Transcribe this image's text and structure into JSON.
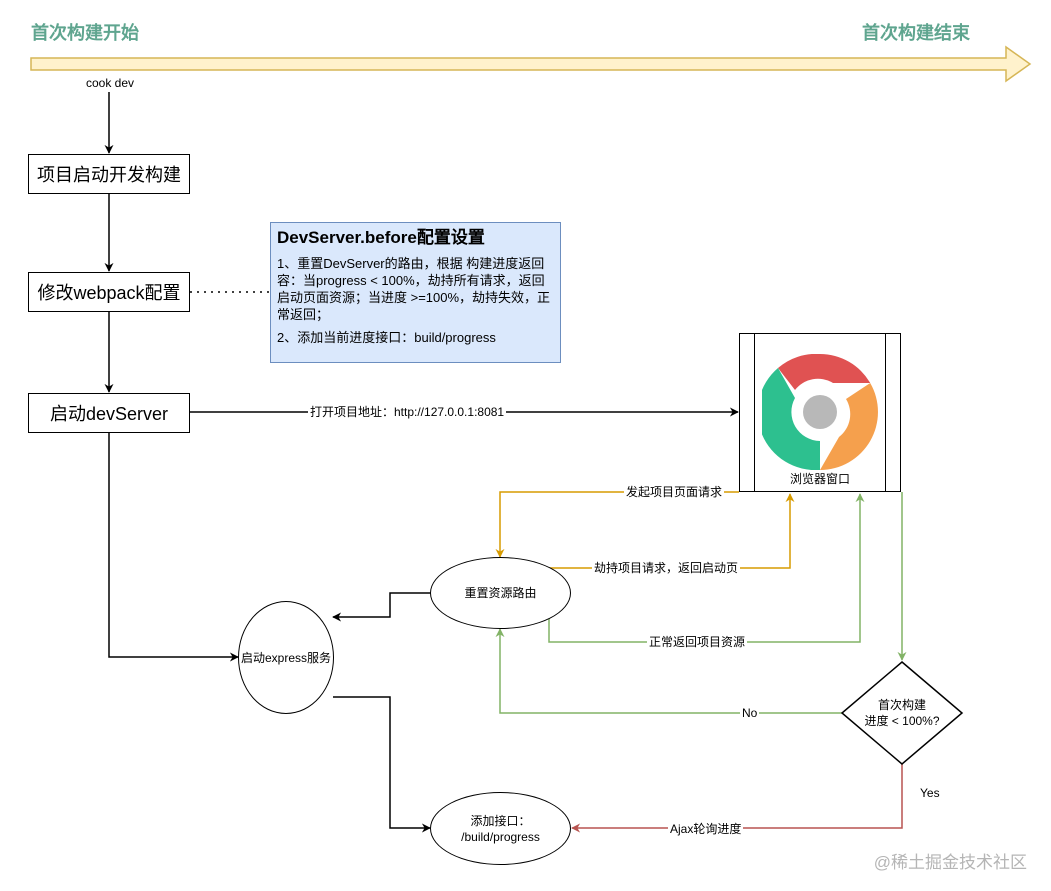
{
  "header": {
    "start": "首次构建开始",
    "end": "首次构建结束",
    "colors": {
      "text": "#5fa58f",
      "bar_fill": "#fff2cc",
      "bar_stroke": "#d6b656"
    }
  },
  "flow": {
    "cmd_label": "cook dev",
    "step1": "项目启动开发构建",
    "step2": "修改webpack配置",
    "step3": "启动devServer",
    "open_url_label": "打开项目地址：http://127.0.0.1:8081"
  },
  "note": {
    "title": "DevServer.before配置设置",
    "p1": "1、重置DevServer的路由，根据 构建进度返回容：当progress < 100%，劫持所有请求，返回启动页面资源；当进度 >=100%，劫持失效，正常返回；",
    "p2": "2、添加当前进度接口：build/progress",
    "colors": {
      "fill": "#dae8fc",
      "stroke": "#6c8ebf"
    }
  },
  "browser": {
    "label": "浏览器窗口",
    "icon": "chrome-icon"
  },
  "nodes": {
    "reset_route": "重置资源路由",
    "express": "启动express服务",
    "add_api_line1": "添加接口：",
    "add_api_line2": "/build/progress",
    "decision_line1": "首次构建",
    "decision_line2": "进度 < 100%?"
  },
  "edges": {
    "request_page": "发起项目页面请求",
    "hijack_return": "劫持项目请求，返回启动页",
    "normal_return": "正常返回项目资源",
    "no": "No",
    "yes": "Yes",
    "ajax_poll": "Ajax轮询进度"
  },
  "edge_colors": {
    "orange": "#d79b00",
    "green": "#82b366",
    "red": "#b85450",
    "black": "#000000"
  },
  "watermark": "@稀土掘金技术社区"
}
